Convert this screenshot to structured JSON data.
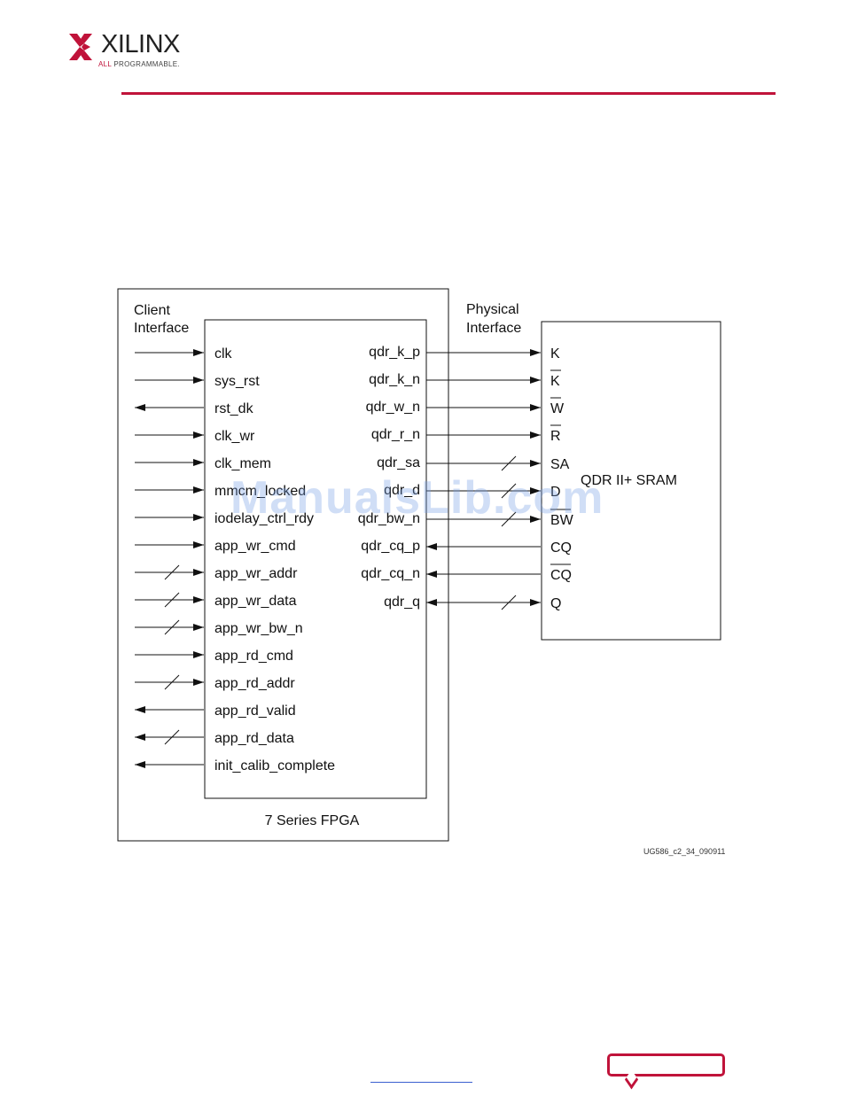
{
  "header": {
    "logo_word": "XILINX",
    "logo_sub_all": "ALL",
    "logo_sub_rest": " PROGRAMMABLE.",
    "accent_color": "#c0133a"
  },
  "diagram": {
    "client_label_1": "Client",
    "client_label_2": "Interface",
    "physical_label_1": "Physical",
    "physical_label_2": "Interface",
    "fpga_label": "7 Series FPGA",
    "sram_label": "QDR II+ SRAM",
    "left_signals": [
      "clk",
      "sys_rst",
      "rst_dk",
      "clk_wr",
      "clk_mem",
      "mmcm_locked",
      "iodelay_ctrl_rdy",
      "app_wr_cmd",
      "app_wr_addr",
      "app_wr_data",
      "app_wr_bw_n",
      "app_rd_cmd",
      "app_rd_addr",
      "app_rd_valid",
      "app_rd_data",
      "init_calib_complete"
    ],
    "right_signals": [
      "qdr_k_p",
      "qdr_k_n",
      "qdr_w_n",
      "qdr_r_n",
      "qdr_sa",
      "qdr_d",
      "qdr_bw_n",
      "qdr_cq_p",
      "qdr_cq_n",
      "qdr_q"
    ],
    "sram_pins": [
      "K",
      "K",
      "W",
      "R",
      "SA",
      "D",
      "BW",
      "CQ",
      "CQ",
      "Q"
    ],
    "figure_id": "UG586_c2_34_090911"
  },
  "watermark": "ManualsLib.com"
}
